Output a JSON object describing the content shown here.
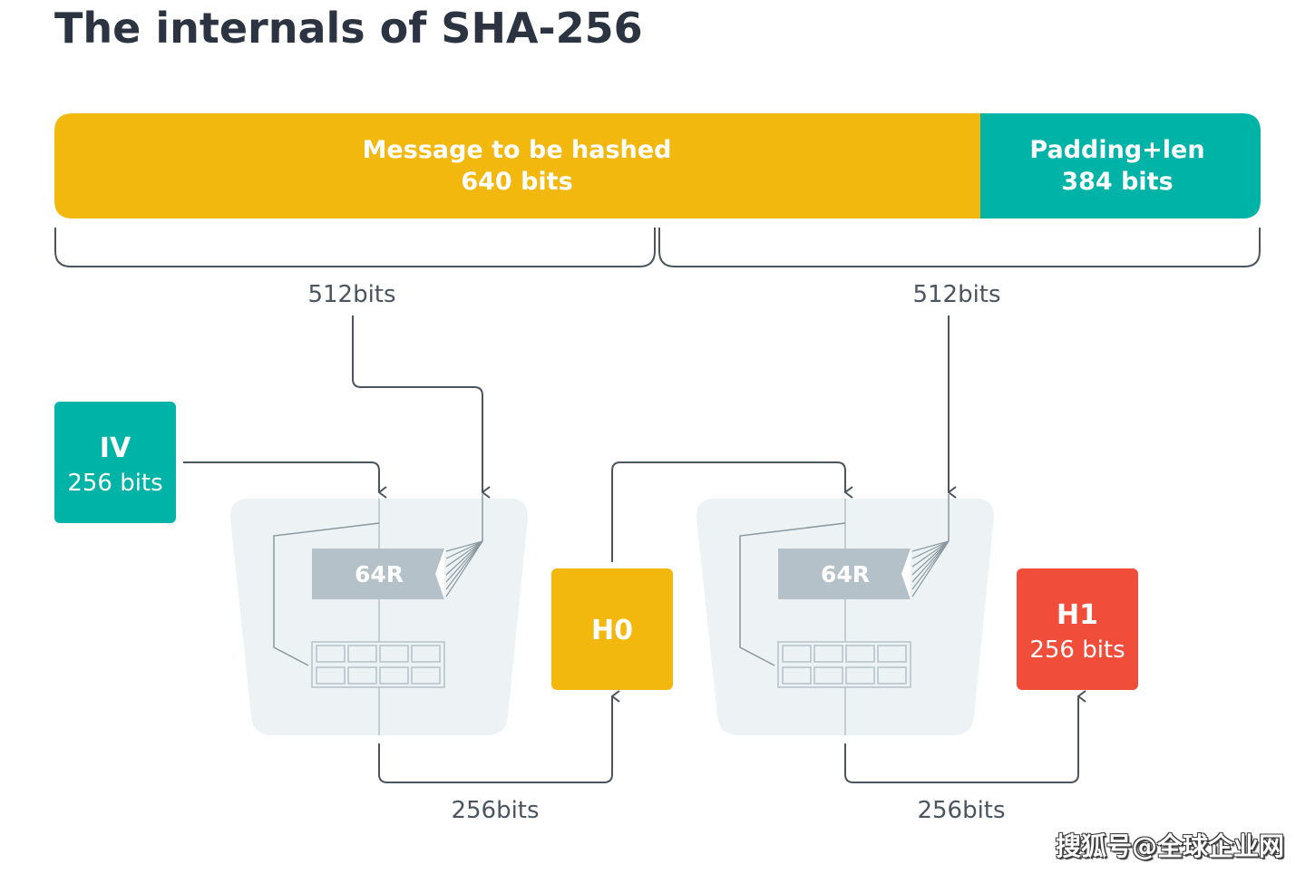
{
  "title": "The internals of SHA-256",
  "message_bar": {
    "line1": "Message to be hashed",
    "line2": "640 bits",
    "color": "#f2b80e"
  },
  "padding_bar": {
    "line1": "Padding+len",
    "line2": "384 bits",
    "color": "#00b3a7"
  },
  "blocks": [
    {
      "label": "512bits"
    },
    {
      "label": "512bits"
    }
  ],
  "iv": {
    "line1": "IV",
    "line2": "256 bits",
    "color": "#00b3a7"
  },
  "compression": [
    {
      "rounds_label": "64R",
      "output_label": "256bits"
    },
    {
      "rounds_label": "64R",
      "output_label": "256bits"
    }
  ],
  "h0": {
    "label": "H0",
    "color": "#f2b80e"
  },
  "h1": {
    "line1": "H1",
    "line2": "256 bits",
    "color": "#f04e3a"
  },
  "watermark": "搜狐号@全球企业网",
  "colors": {
    "line": "#4a5560",
    "panel": "#edf2f4",
    "gray": "#b4c1c8",
    "label": "#4a5560"
  }
}
